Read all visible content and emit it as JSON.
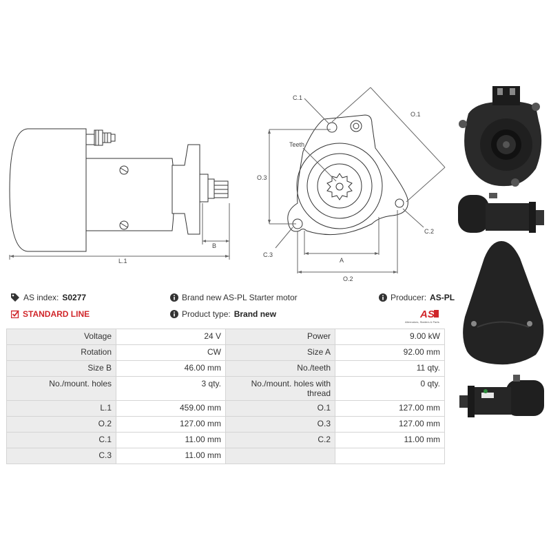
{
  "header": {
    "as_index_label": "AS index:",
    "as_index_value": "S0277",
    "standard_line": "STANDARD LINE",
    "description": "Brand new AS-PL Starter motor",
    "product_type_label": "Product type:",
    "product_type_value": "Brand new",
    "producer_label": "Producer:",
    "producer_value": "AS-PL",
    "logo_text": "AS",
    "logo_tagline": "Alternators, Starters & Parts"
  },
  "drawing_labels": {
    "l1": "L.1",
    "b": "B",
    "c1": "C.1",
    "c2": "C.2",
    "c3": "C.3",
    "o1": "O.1",
    "o2": "O.2",
    "o3": "O.3",
    "a": "A",
    "teeth": "Teeth"
  },
  "specs": [
    [
      "Voltage",
      "24 V",
      "Power",
      "9.00 kW"
    ],
    [
      "Rotation",
      "CW",
      "Size A",
      "92.00 mm"
    ],
    [
      "Size B",
      "46.00 mm",
      "No./teeth",
      "11 qty."
    ],
    [
      "No./mount. holes",
      "3 qty.",
      "No./mount. holes with thread",
      "0 qty."
    ],
    [
      "L.1",
      "459.00 mm",
      "O.1",
      "127.00 mm"
    ],
    [
      "O.2",
      "127.00 mm",
      "O.3",
      "127.00 mm"
    ],
    [
      "C.1",
      "11.00 mm",
      "C.2",
      "11.00 mm"
    ],
    [
      "C.3",
      "11.00 mm",
      "",
      ""
    ]
  ],
  "colors": {
    "accent_red": "#d0262a",
    "key_bg": "#ececec",
    "border": "#d4d4d4"
  }
}
